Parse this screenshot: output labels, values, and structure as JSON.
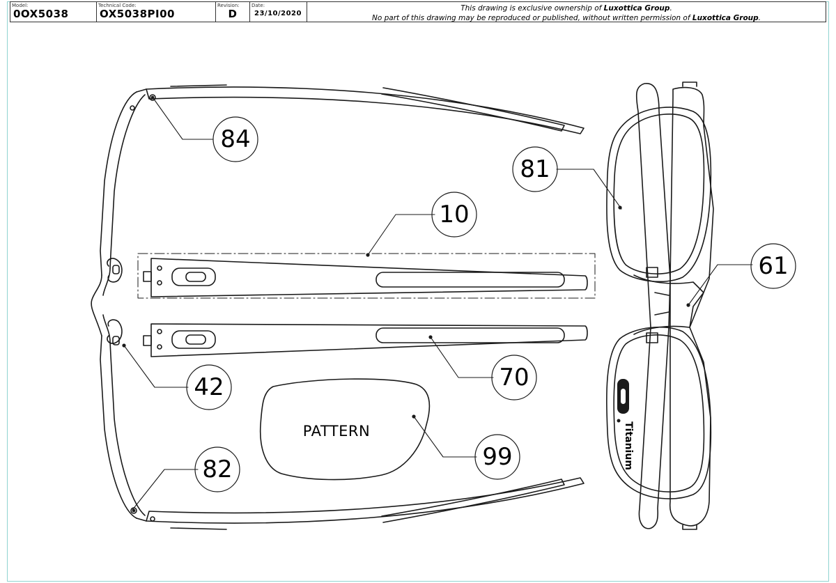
{
  "title_block": {
    "model_label": "Model:",
    "model_value": "0OX5038",
    "tech_label": "Technical Code:",
    "tech_value": "OX5038PI00",
    "revision_label": "Revision:",
    "revision_value": "D",
    "date_label": "Date:",
    "date_value": "23/10/2020",
    "notice_line1_pre": "This drawing is exclusive ownership of ",
    "notice_owner": "Luxottica Group",
    "notice_line1_post": ".",
    "notice_line2_pre": "No part of this drawing may be reproduced or published, without written permission of ",
    "notice_line2_post": "."
  },
  "callouts": [
    "84",
    "10",
    "81",
    "61",
    "70",
    "42",
    "99",
    "82"
  ],
  "lens_text": "PATTERN",
  "temple_text": "Titanium",
  "colors": {
    "line": "#1a1a1a",
    "sheet_border": "#8fd3d0",
    "paper": "#ffffff"
  }
}
